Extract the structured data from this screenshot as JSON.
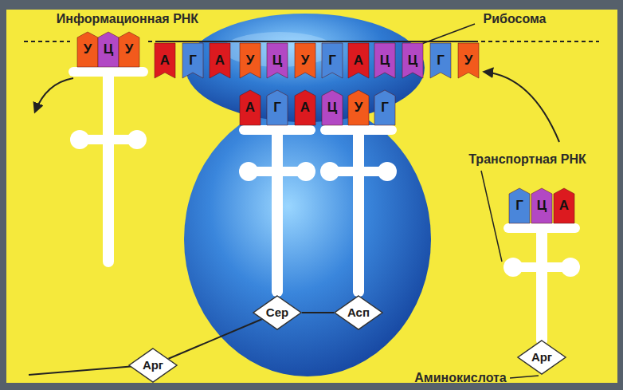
{
  "diagram": {
    "nodes": [
      {
        "text": [
          "А"
        ]
      },
      {
        "text": [
          "Г"
        ]
      },
      {
        "text": [
          "А"
        ]
      },
      {
        "text": [
          "У"
        ]
      },
      {
        "text": [
          "Ц"
        ]
      },
      {
        "text": [
          "У"
        ]
      },
      {
        "text": [
          "Г"
        ]
      },
      {
        "text": [
          "А"
        ]
      },
      {
        "text": [
          "Ц"
        ]
      },
      {
        "text": [
          "Ц"
        ]
      },
      {
        "text": [
          "Г"
        ]
      },
      {
        "text": [
          "У"
        ]
      },
      {
        "text": [
          "У"
        ]
      },
      {
        "text": [
          "Ц"
        ]
      },
      {
        "text": [
          "У"
        ]
      },
      {
        "text": [
          "А"
        ]
      },
      {
        "text": [
          "Г"
        ]
      },
      {
        "text": [
          "А"
        ]
      },
      {
        "text": [
          "Ц"
        ]
      },
      {
        "text": [
          "У"
        ]
      },
      {
        "text": [
          "Г"
        ]
      },
      {
        "text": [
          "Г"
        ]
      },
      {
        "text": [
          "Ц"
        ]
      },
      {
        "text": [
          "А"
        ]
      },
      {
        "text": [
          "Арг"
        ]
      },
      {
        "text": [
          "Сер"
        ]
      },
      {
        "text": [
          "Асп"
        ]
      },
      {
        "text": [
          "Арг"
        ]
      }
    ],
    "edges": [
      {
        "from": 24,
        "to": 25,
        "arrow": "none"
      },
      {
        "from": 25,
        "to": 26,
        "arrow": "none"
      }
    ],
    "labels": [
      "Информационная РНК",
      "Рибосома",
      "Транспортная РНК",
      "Аминокислота"
    ]
  }
}
